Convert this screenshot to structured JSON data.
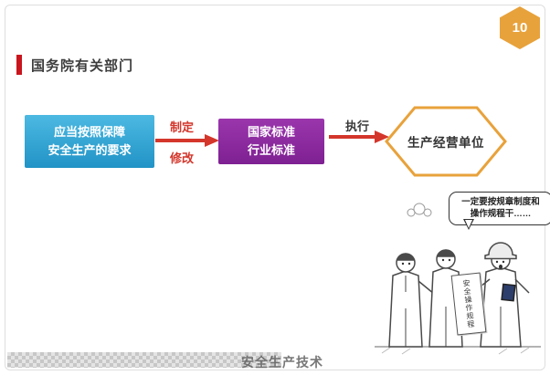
{
  "slide": {
    "page_number": "10",
    "title": "国务院有关部门"
  },
  "flow": {
    "requirement_box": {
      "line1": "应当按照保障",
      "line2": "安全生产的要求"
    },
    "arrow1": {
      "label_top": "制定",
      "label_bottom": "修改"
    },
    "standards_box": {
      "line1": "国家标准",
      "line2": "行业标准"
    },
    "arrow2": {
      "label": "执行"
    },
    "unit_hexagon": {
      "label": "生产经营单位"
    }
  },
  "cartoon": {
    "speech_bubble_line1": "一定要按规章制度和",
    "speech_bubble_line2": "操作规程干……",
    "paper_text": "安全操作规程"
  },
  "watermark": {
    "text": "安全生产技术"
  },
  "colors": {
    "accent_orange": "#E8A23B",
    "title_red": "#C9151E",
    "box_blue": "#2FA5D6",
    "box_purple": "#8E2FA5",
    "arrow_red": "#D4362B"
  }
}
